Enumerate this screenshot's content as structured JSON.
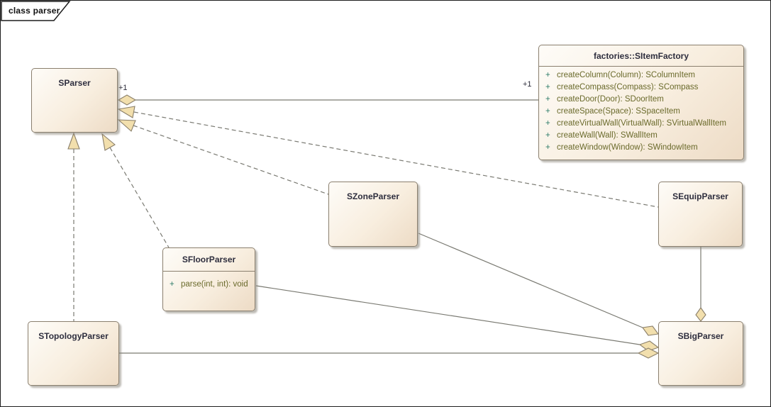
{
  "frame": {
    "title": "class parser"
  },
  "labels": {
    "assoc_sparser_end_multiplicity": "+1",
    "assoc_factory_end_multiplicity": "+1"
  },
  "classes": {
    "sparser": {
      "name": "SParser"
    },
    "sitemfactory": {
      "name": "factories::SItemFactory",
      "methods": [
        {
          "visibility": "+",
          "signature": "createColumn(Column): SColumnItem"
        },
        {
          "visibility": "+",
          "signature": "createCompass(Compass): SCompass"
        },
        {
          "visibility": "+",
          "signature": "createDoor(Door): SDoorItem"
        },
        {
          "visibility": "+",
          "signature": "createSpace(Space): SSpaceItem"
        },
        {
          "visibility": "+",
          "signature": "createVirtualWall(VirtualWall): SVirtualWallItem"
        },
        {
          "visibility": "+",
          "signature": "createWall(Wall): SWallItem"
        },
        {
          "visibility": "+",
          "signature": "createWindow(Window): SWindowItem"
        }
      ]
    },
    "szoneparser": {
      "name": "SZoneParser"
    },
    "sequipparser": {
      "name": "SEquipParser"
    },
    "sfloorparser": {
      "name": "SFloorParser",
      "methods": [
        {
          "visibility": "+",
          "signature": "parse(int, int): void"
        }
      ]
    },
    "stopologyparser": {
      "name": "STopologyParser"
    },
    "sbigparser": {
      "name": "SBigParser"
    }
  },
  "relations": [
    {
      "type": "aggregation",
      "whole": "SParser",
      "part": "factories::SItemFactory",
      "line": "solid",
      "whole_label": "+1",
      "part_label": "+1"
    },
    {
      "type": "realization",
      "from": "SEquipParser",
      "to": "SParser",
      "line": "dashed"
    },
    {
      "type": "realization",
      "from": "SZoneParser",
      "to": "SParser",
      "line": "dashed"
    },
    {
      "type": "realization",
      "from": "SFloorParser",
      "to": "SParser",
      "line": "dashed"
    },
    {
      "type": "realization",
      "from": "STopologyParser",
      "to": "SParser",
      "line": "dashed"
    },
    {
      "type": "aggregation",
      "whole": "SBigParser",
      "part": "SZoneParser",
      "line": "solid"
    },
    {
      "type": "aggregation",
      "whole": "SBigParser",
      "part": "SFloorParser",
      "line": "solid"
    },
    {
      "type": "aggregation",
      "whole": "SBigParser",
      "part": "STopologyParser",
      "line": "solid"
    },
    {
      "type": "aggregation",
      "whole": "SBigParser",
      "part": "SEquipParser",
      "line": "solid"
    }
  ],
  "colors": {
    "box_border": "#8a7f6e",
    "box_fill_light": "#fefcf8",
    "box_fill_dark": "#eddbc5",
    "title_text": "#2e2e3e",
    "method_text": "#6a6a2b",
    "visibility_text": "#2f7d6a",
    "connector_line": "#7a7a72",
    "arrowhead_fill": "#f2dfad",
    "frame_border": "#1e1e1e"
  }
}
